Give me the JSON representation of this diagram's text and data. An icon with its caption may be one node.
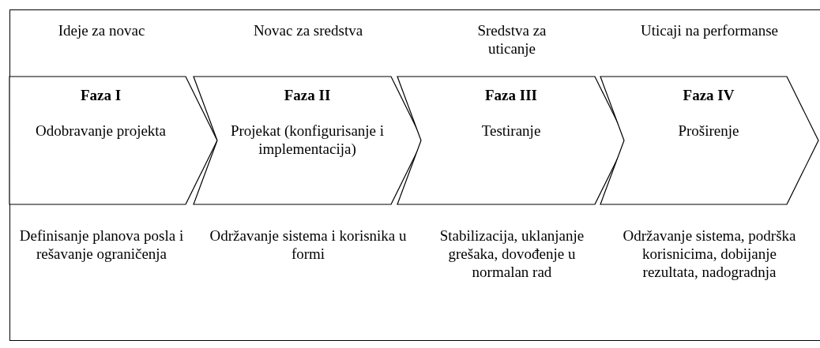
{
  "diagram": {
    "nodes": [
      {
        "text": [
          "Faza I",
          "Odobravanje projekta"
        ],
        "beside": [
          "Ideje za novac",
          "Definisanje planova posla i rešavanje ograničenja"
        ]
      },
      {
        "text": [
          "Faza II",
          "Projekat (konfigurisanje i implementacija)"
        ],
        "beside": [
          "Novac za sredstva",
          "Održavanje sistema i korisnika u formi"
        ]
      },
      {
        "text": [
          "Faza III",
          "Testiranje"
        ],
        "beside": [
          "Sredstva za uticanje",
          "Stabilizacija, uklanjanje grešaka, dovođenje u normalan rad"
        ]
      },
      {
        "text": [
          "Faza IV",
          "Proširenje"
        ],
        "beside": [
          "Uticaji na performanse",
          "Održavanje sistema, podrška korisnicima, dobijanje rezultata, nadogradnja"
        ]
      }
    ]
  }
}
